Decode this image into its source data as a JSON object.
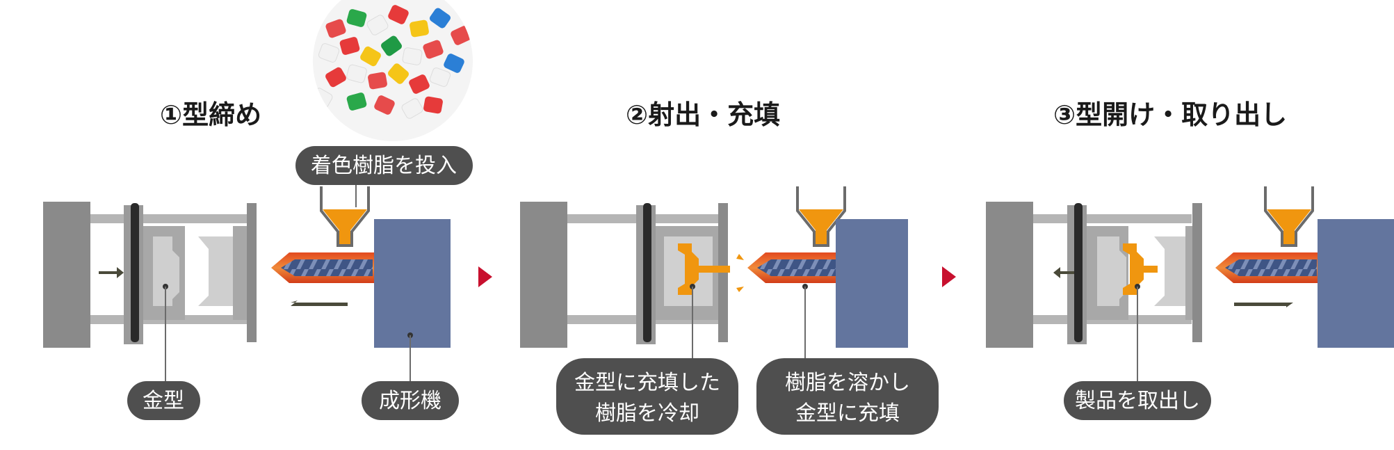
{
  "steps": [
    {
      "title": "①型締め"
    },
    {
      "title": "②射出・充填"
    },
    {
      "title": "③型開け・取り出し"
    }
  ],
  "labels": {
    "resin_input": "着色樹脂を投入",
    "mold": "金型",
    "machine": "成形機",
    "cool_line1": "金型に充填した",
    "cool_line2": "樹脂を冷却",
    "fill_line1": "樹脂を溶かし",
    "fill_line2": "金型に充填",
    "remove": "製品を取出し"
  },
  "colors": {
    "frame_gray": "#8a8a8a",
    "dark_gray": "#6b6b6b",
    "mold_light": "#c9c9c9",
    "machine_blue": "#63759e",
    "resin_orange": "#f0960f",
    "nozzle_red": "#d63a1a",
    "screw_blue": "#4a5f8c",
    "arrow_red": "#c8102e",
    "pill_bg": "#4f4f4f"
  },
  "icons": [
    "resin-pellets-photo",
    "step-arrow-icon",
    "move-arrow-icon",
    "flow-spark-icon"
  ]
}
